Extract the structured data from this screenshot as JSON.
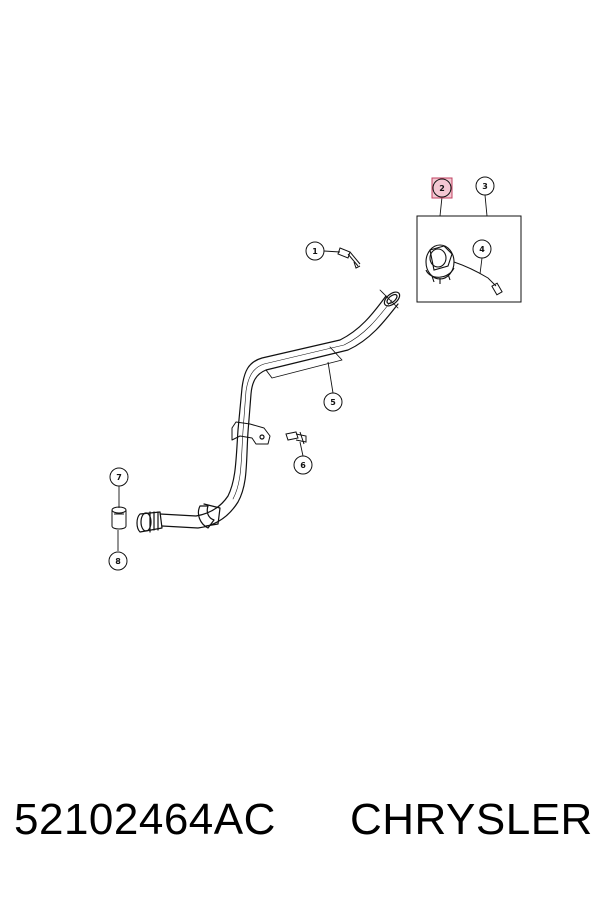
{
  "callouts": {
    "c1": "1",
    "c2": "2",
    "c3": "3",
    "c4": "4",
    "c5": "5",
    "c6": "6",
    "c7": "7",
    "c8": "8"
  },
  "colors": {
    "highlight": "#e8a0b0",
    "highlight_stroke": "#c04060",
    "line": "#111111"
  },
  "footer": {
    "part_number": "52102464AC",
    "brand": "CHRYSLER"
  }
}
